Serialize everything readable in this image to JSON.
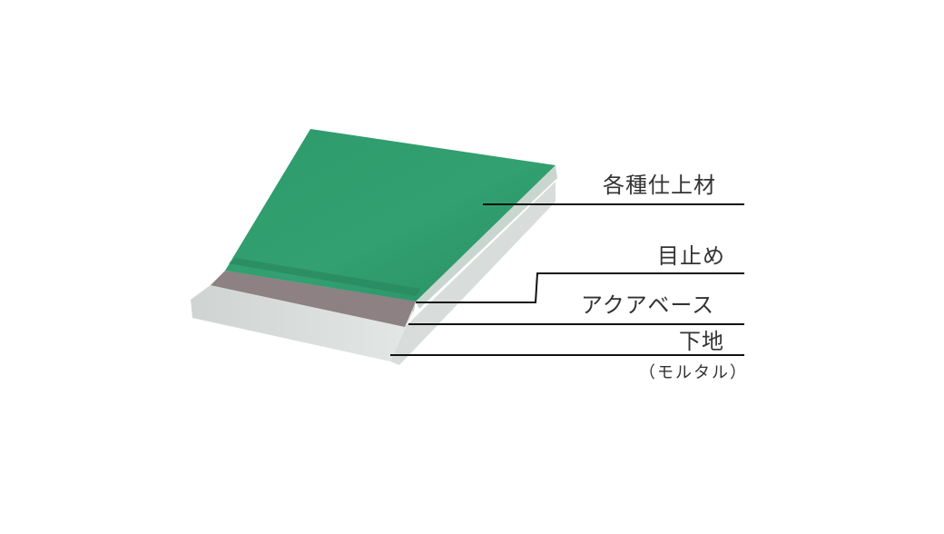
{
  "layers": [
    {
      "id": "finish",
      "label": "各種仕上材"
    },
    {
      "id": "joint",
      "label": "目止め"
    },
    {
      "id": "aquabase",
      "label": "アクアベース"
    },
    {
      "id": "substrate",
      "label": "下地",
      "note": "（モルタル）"
    }
  ],
  "colors": {
    "finish": "#2e9a6d",
    "finish_edge": "#c8d6cf",
    "aquabase": "#8d8184",
    "substrate_top": "#cdd2d0",
    "substrate_side": "#dfe3e1",
    "leader": "#111111"
  }
}
